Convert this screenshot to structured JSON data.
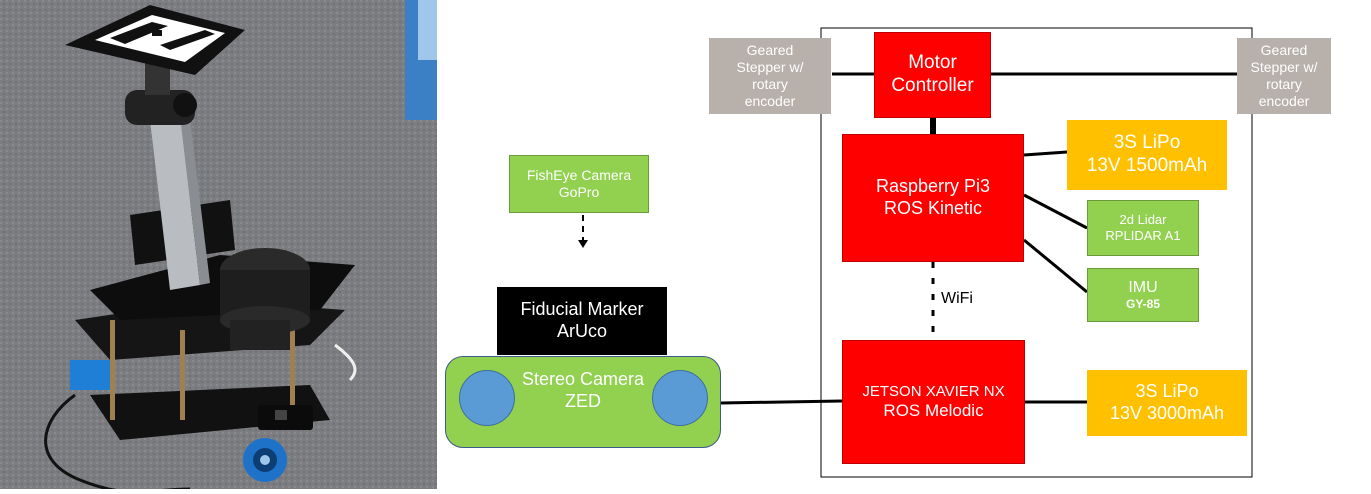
{
  "photo": {
    "description_icon": "robot-photo"
  },
  "diagram": {
    "motor_controller": {
      "line1": "Motor",
      "line2": "Controller"
    },
    "stepper_left": {
      "line1": "Geared",
      "line2": "Stepper w/",
      "line3": "rotary",
      "line4": "encoder"
    },
    "stepper_right": {
      "line1": "Geared",
      "line2": "Stepper w/",
      "line3": "rotary",
      "line4": "encoder"
    },
    "raspberry": {
      "line1": "Raspberry Pi3",
      "line2": "ROS Kinetic"
    },
    "lipo1": {
      "line1": "3S LiPo",
      "line2": "13V 1500mAh"
    },
    "lidar": {
      "line1": "2d Lidar",
      "line2": "RPLIDAR A1"
    },
    "imu": {
      "line1": "IMU",
      "line2": "GY-85"
    },
    "wifi": "WiFi",
    "jetson": {
      "line1": "JETSON XAVIER NX",
      "line2": "ROS Melodic"
    },
    "lipo2": {
      "line1": "3S LiPo",
      "line2": "13V 3000mAh"
    },
    "fisheye": {
      "line1": "FishEye Camera",
      "line2": "GoPro"
    },
    "fiducial": {
      "line1": "Fiducial Marker",
      "line2": "ArUco"
    },
    "stereo": {
      "line1": "Stereo Camera",
      "line2": "ZED"
    }
  },
  "colors": {
    "red": "#ff0000",
    "yellow": "#ffc000",
    "green": "#92d050",
    "gray": "#b7b0ab",
    "blue_lens": "#5b9bd5",
    "stereo_green": "#92d050"
  }
}
